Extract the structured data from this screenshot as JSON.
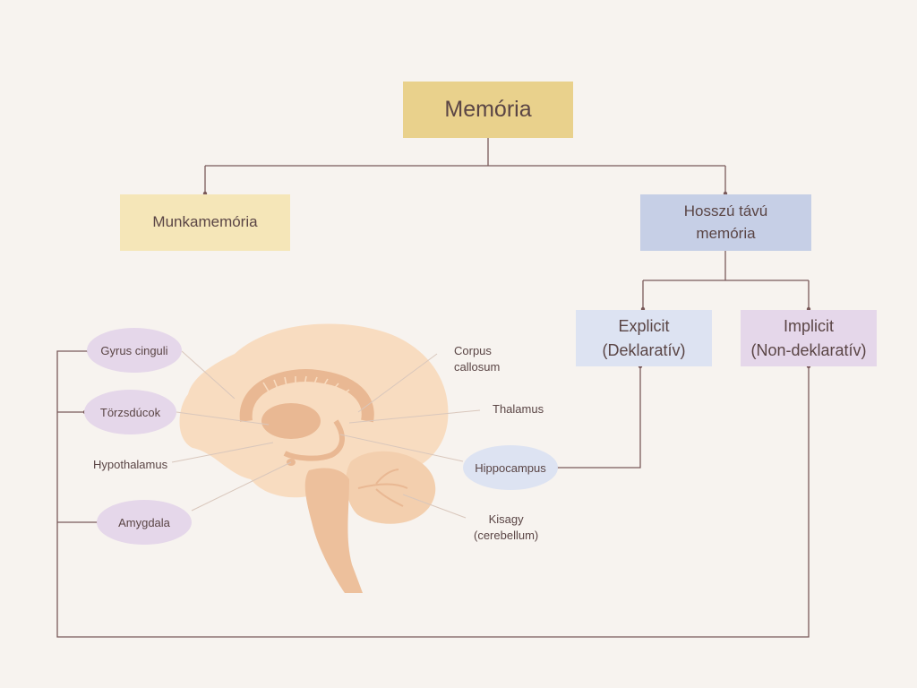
{
  "nodes": {
    "memoria": "Memória",
    "munkamemoria": "Munkamemória",
    "hosszu": [
      "Hosszú távú",
      "memória"
    ],
    "explicit": [
      "Explicit",
      "(Deklaratív)"
    ],
    "implicit": [
      "Implicit",
      "(Non-deklaratív)"
    ]
  },
  "brain_labels": {
    "gyrus": "Gyrus cinguli",
    "torzsducok": "Törzsdúcok",
    "hypothalamus": "Hypothalamus",
    "amygdala": "Amygdala",
    "corpus": [
      "Corpus",
      "callosum"
    ],
    "thalamus": "Thalamus",
    "hippocampus": "Hippocampus",
    "kisagy": [
      "Kisagy",
      "(cerebellum)"
    ]
  },
  "colors": {
    "background": "#f7f3ef",
    "memoria": "#e9d18c",
    "munkamemoria": "#f5e6b8",
    "hosszu": "#c6cfe6",
    "explicit": "#dde3f2",
    "implicit": "#e5d7ea",
    "connector": "#7a5a5a",
    "brain_outer": "#f8dcc0",
    "brain_inner": "#f1c7a2"
  }
}
